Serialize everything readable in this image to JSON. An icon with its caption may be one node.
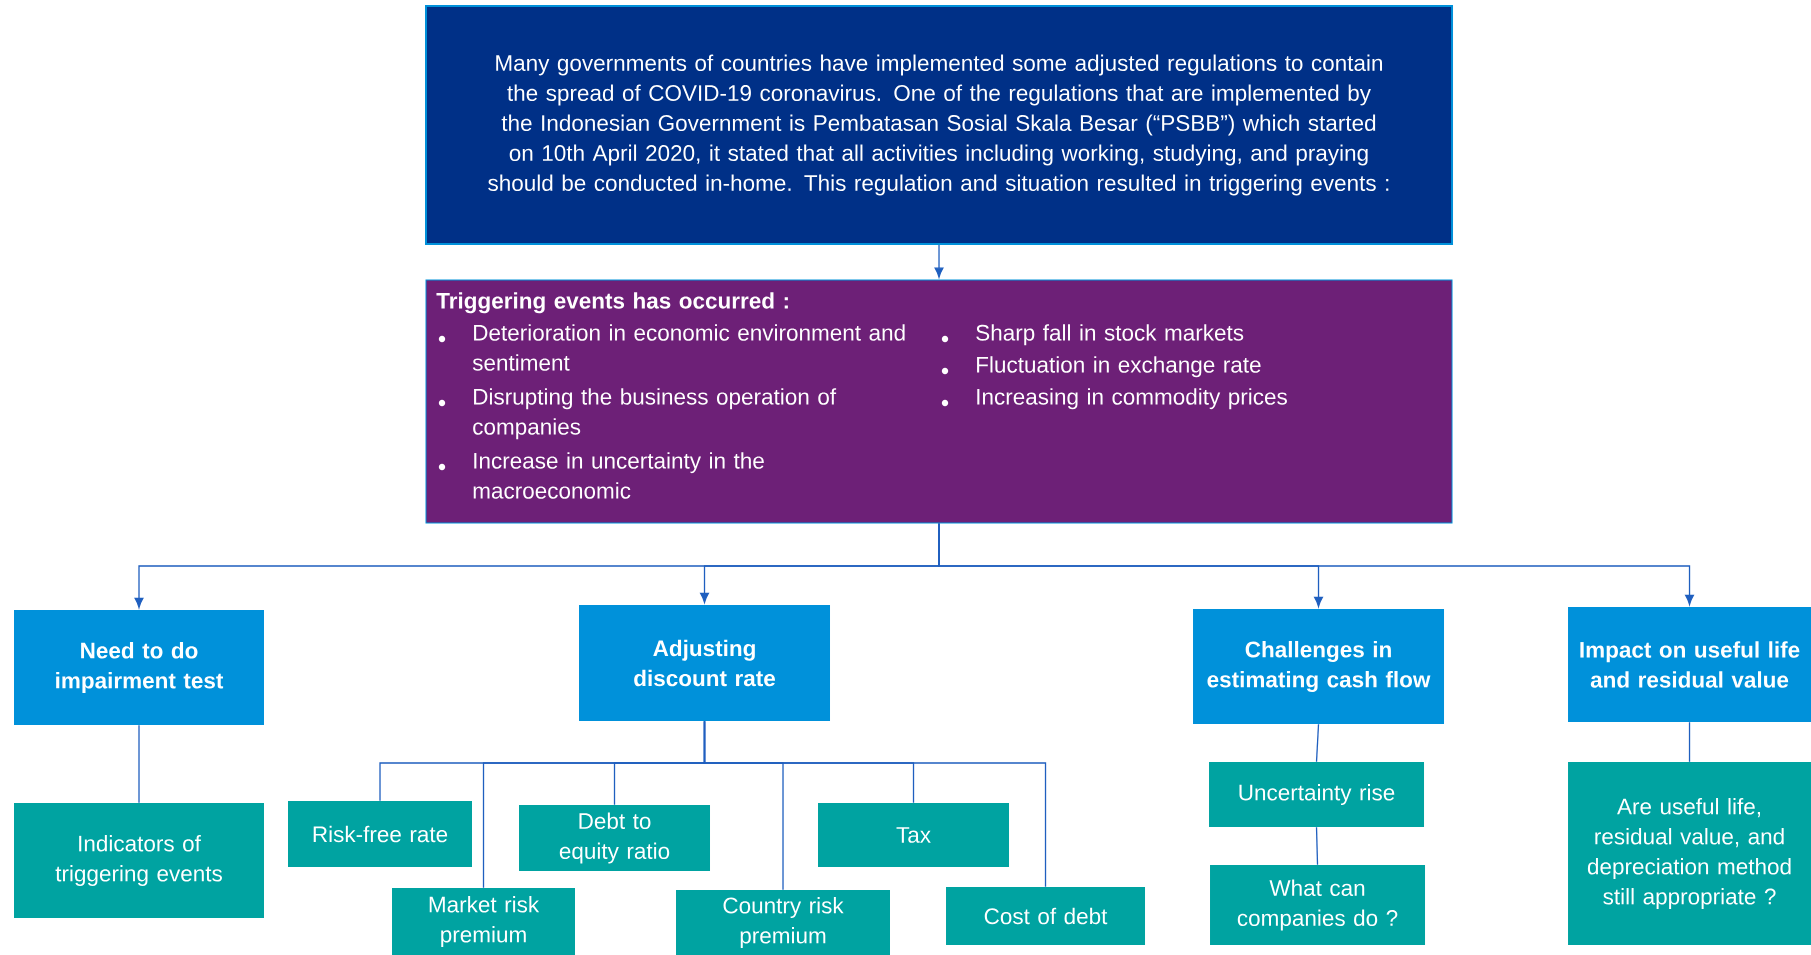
{
  "diagram": {
    "nodes": [
      {
        "text": [
          "Many governments of countries have implemented some adjusted regulations to contain the spread of COVID-19 coronavirus. One of the regulations that are implemented by the Indonesian Government is Pembatasan Sosial Skala Besar (“PSBB”) which started on 10th April 2020, it stated that all activities including working, studying, and praying should be conducted in-home. This regulation and situation resulted in triggering events :"
        ]
      },
      {
        "text": [
          "Triggering events has occurred :",
          "Deterioration in economic environment and sentiment",
          "Disrupting the business operation of companies",
          "Increase in uncertainty in the macroeconomic",
          "Sharp fall in stock markets",
          "Fluctuation in exchange rate",
          "Increasing in commodity prices"
        ]
      },
      {
        "text": [
          "Need to do impairment test"
        ]
      },
      {
        "text": [
          "Adjusting discount rate"
        ]
      },
      {
        "text": [
          "Challenges in estimating cash flow"
        ]
      },
      {
        "text": [
          "Impact on useful life and residual value"
        ]
      },
      {
        "text": [
          "Indicators of triggering events"
        ]
      },
      {
        "text": [
          "Risk-free rate"
        ]
      },
      {
        "text": [
          "Market risk premium"
        ]
      },
      {
        "text": [
          "Debt to equity ratio"
        ]
      },
      {
        "text": [
          "Country risk premium"
        ]
      },
      {
        "text": [
          "Tax"
        ]
      },
      {
        "text": [
          "Cost of debt"
        ]
      },
      {
        "text": [
          "Uncertainty rise"
        ]
      },
      {
        "text": [
          "What can companies do ?"
        ]
      },
      {
        "text": [
          "Are useful life, residual value, and depreciation method still appropriate ?"
        ]
      }
    ],
    "edges": [
      {
        "from": 0,
        "to": 1,
        "arrow": "to"
      },
      {
        "from": 1,
        "to": 2,
        "arrow": "to"
      },
      {
        "from": 1,
        "to": 3,
        "arrow": "to"
      },
      {
        "from": 1,
        "to": 4,
        "arrow": "to"
      },
      {
        "from": 1,
        "to": 5,
        "arrow": "to"
      },
      {
        "from": 2,
        "to": 6,
        "arrow": "none"
      },
      {
        "from": 3,
        "to": 7,
        "arrow": "none"
      },
      {
        "from": 3,
        "to": 8,
        "arrow": "none"
      },
      {
        "from": 3,
        "to": 9,
        "arrow": "none"
      },
      {
        "from": 3,
        "to": 10,
        "arrow": "none"
      },
      {
        "from": 3,
        "to": 11,
        "arrow": "none"
      },
      {
        "from": 3,
        "to": 12,
        "arrow": "none"
      },
      {
        "from": 4,
        "to": 13,
        "arrow": "none"
      },
      {
        "from": 13,
        "to": 14,
        "arrow": "none"
      },
      {
        "from": 5,
        "to": 15,
        "arrow": "none"
      }
    ]
  }
}
